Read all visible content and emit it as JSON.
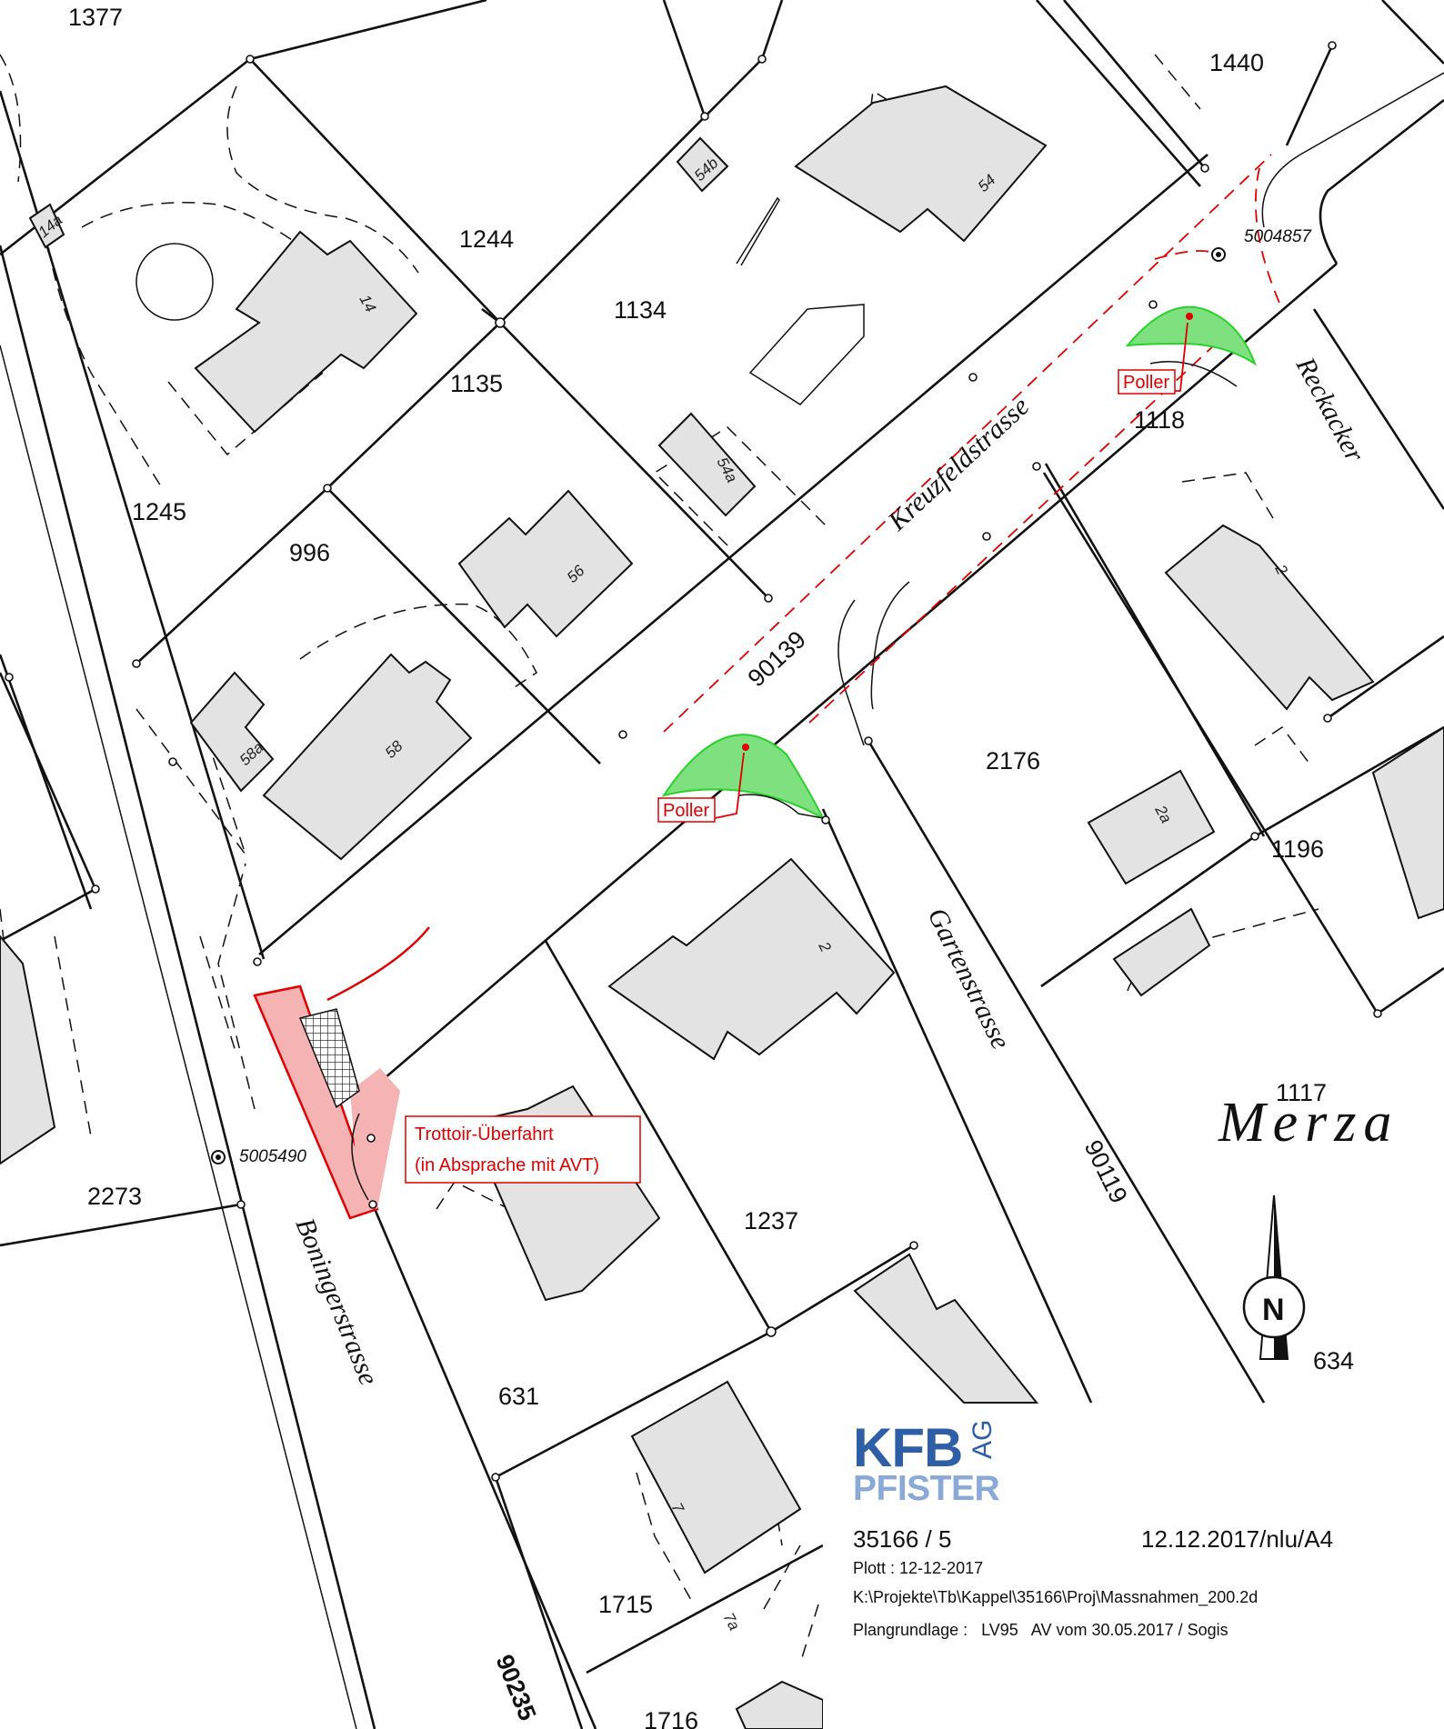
{
  "parcels": [
    "1377",
    "1244",
    "1440",
    "1134",
    "1135",
    "1245",
    "996",
    "1118",
    "2176",
    "1196",
    "1117",
    "2273",
    "1237",
    "631",
    "634",
    "1715",
    "1716"
  ],
  "streets": {
    "kreuzfeld": "Kreuzfeldstrasse",
    "reckacker": "Reckacker",
    "garten": "Gartenstrasse",
    "boninger": "Boningerstrasse",
    "merz": "Merza"
  },
  "road_numbers": [
    "90139",
    "90119",
    "90235"
  ],
  "houses": [
    "14a",
    "14",
    "54b",
    "54",
    "54a",
    "56",
    "58a",
    "58",
    "2",
    "2a",
    "2",
    "7",
    "7a"
  ],
  "points": [
    "5004857",
    "5005490"
  ],
  "annotations": {
    "poller_1": "Poller",
    "poller_2": "Poller",
    "trottoir_line1": "Trottoir-Überfahrt",
    "trottoir_line2": "(in Absprache mit AVT)"
  },
  "north_arrow": "N",
  "titleblock": {
    "logo_main": "KFB",
    "logo_ag": "AG",
    "logo_sub": "PFISTER",
    "project": "35166 / 5",
    "date_ref": "12.12.2017/nlu/A4",
    "plott": "Plott : 12-12-2017",
    "path": "K:\\Projekte\\Tb\\Kappel\\35166\\Proj\\Massnahmen_200.2d",
    "basis": "Plangrundlage :   LV95   AV vom 30.05.2017 / Sogis"
  },
  "colors": {
    "proposal_red": "#e00000",
    "poller_green": "#2bd12b",
    "trottoir_fill": "#f6b3b3",
    "building_fill": "#e3e3e3",
    "logo_blue": "#2e5fa6",
    "logo_light_blue": "#8aa9d6"
  }
}
